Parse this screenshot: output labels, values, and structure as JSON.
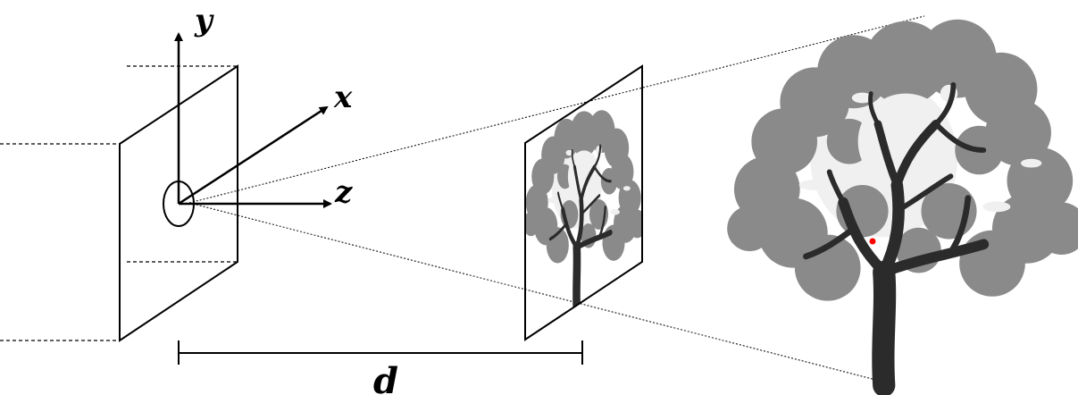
{
  "labels": {
    "y_axis": "y",
    "x_axis": "x",
    "z_axis": "z",
    "distance": "d"
  },
  "colors": {
    "line": "#000000",
    "foliage": "#8a8a8a",
    "foliage_dark": "#7a7a7a",
    "sky_patch": "#f0f0f0",
    "trunk": "#2b2b2b",
    "marker": "#ff0000"
  }
}
